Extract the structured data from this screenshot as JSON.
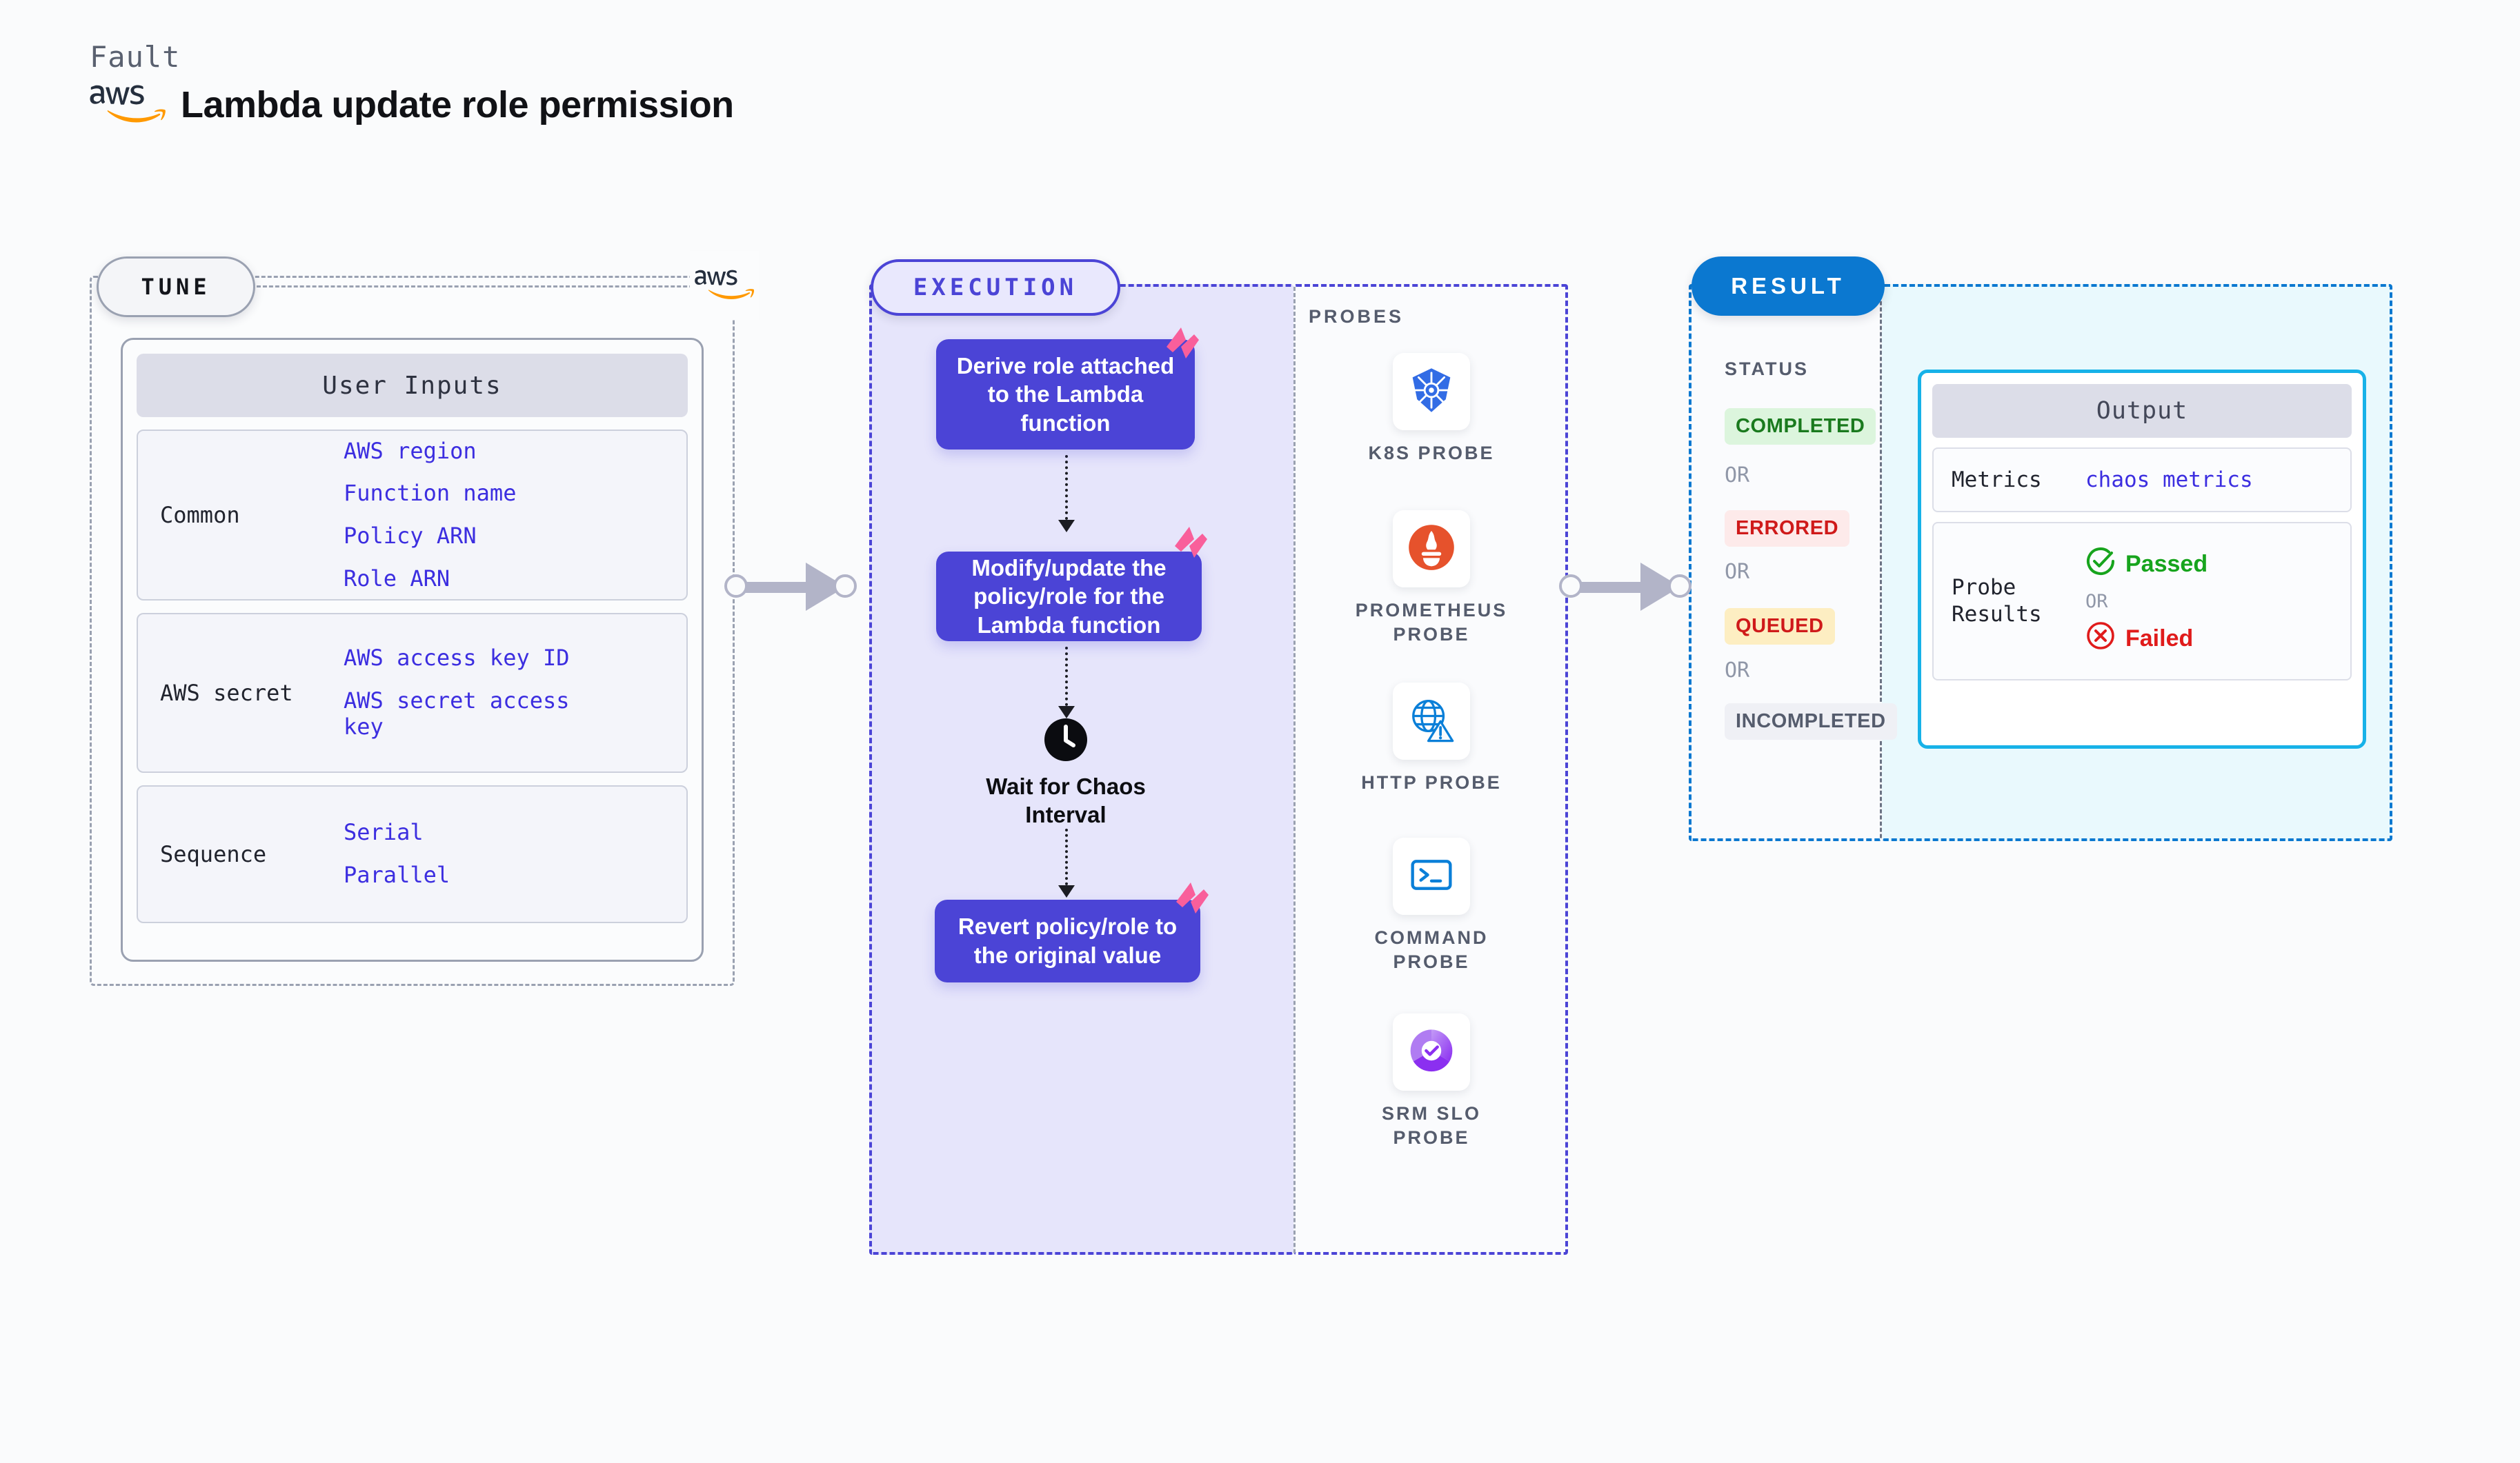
{
  "header": {
    "fault_label": "Fault",
    "title": "Lambda update role permission",
    "logo": "aws-logo"
  },
  "tune": {
    "pill_label": "TUNE",
    "vendor_logo": "aws-logo",
    "card_title": "User Inputs",
    "groups": [
      {
        "label": "Common",
        "values": [
          "AWS region",
          "Function name",
          "Policy ARN",
          "Role ARN"
        ]
      },
      {
        "label": "AWS secret",
        "values": [
          "AWS access key ID",
          "AWS secret access key"
        ]
      },
      {
        "label": "Sequence",
        "values": [
          "Serial",
          "Parallel"
        ]
      }
    ]
  },
  "execution": {
    "pill_label": "EXECUTION",
    "steps": [
      {
        "text": "Derive role attached to the Lambda function",
        "badge": "litmus-icon"
      },
      {
        "text": "Modify/update the policy/role for the Lambda function",
        "badge": "litmus-icon"
      },
      {
        "text": "Revert policy/role to the original value",
        "badge": "litmus-icon"
      }
    ],
    "wait": {
      "icon": "clock-icon",
      "label": "Wait for Chaos Interval"
    }
  },
  "probes": {
    "section_label": "PROBES",
    "items": [
      {
        "name": "K8S PROBE",
        "icon": "kubernetes-icon"
      },
      {
        "name": "PROMETHEUS PROBE",
        "icon": "prometheus-icon"
      },
      {
        "name": "HTTP PROBE",
        "icon": "http-globe-warning-icon"
      },
      {
        "name": "COMMAND PROBE",
        "icon": "terminal-icon"
      },
      {
        "name": "SRM SLO PROBE",
        "icon": "srm-slo-icon"
      }
    ]
  },
  "result": {
    "pill_label": "RESULT",
    "status_label": "STATUS",
    "or_label": "OR",
    "statuses": [
      {
        "label": "COMPLETED",
        "bg": "#dcf5dd",
        "fg": "#1a7a1e"
      },
      {
        "label": "ERRORED",
        "bg": "#fdeaea",
        "fg": "#cf1a1a"
      },
      {
        "label": "QUEUED",
        "bg": "#fdeec2",
        "fg": "#cf1a1a"
      },
      {
        "label": "INCOMPLETED",
        "bg": "#eff0f5",
        "fg": "#555c6d"
      }
    ],
    "output": {
      "title": "Output",
      "metrics_label": "Metrics",
      "metrics_value": "chaos metrics",
      "probe_results_label": "Probe Results",
      "passed_label": "Passed",
      "failed_label": "Failed",
      "or_label": "OR"
    }
  },
  "colors": {
    "page_bg": "#fafbfc",
    "execution_accent": "#4b44d6",
    "result_accent": "#0b78d0",
    "output_border": "#17b2e8",
    "litmus_pink": "#f95f9b",
    "input_value": "#3c2ee0",
    "connector": "#b2b4c8"
  }
}
